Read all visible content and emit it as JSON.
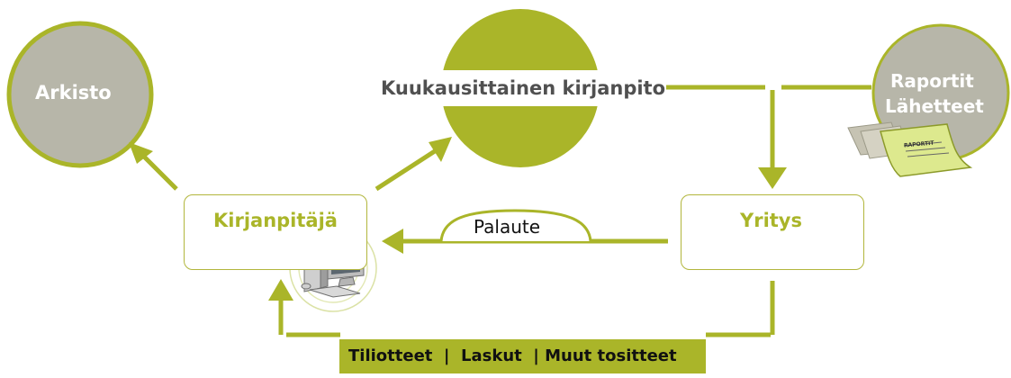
{
  "nodes": {
    "arkisto": "Arkisto",
    "monthly": "Kuukausittainen kirjanpito",
    "reports_line1": "Raportit",
    "reports_line2": "Lähetteet",
    "report_paper": "RAPORTIT",
    "bookkeeper": "Kirjanpitäjä",
    "company": "Yritys",
    "feedback": "Palaute"
  },
  "bottom_bar": {
    "text": "Tiliotteet  |  Laskut  | Muut tositteet"
  },
  "colors": {
    "accent": "#aab529",
    "grey_circle": "#b7b6a9",
    "box_border": "#b2b63c",
    "text_dark": "#505050",
    "text_white": "#ffffff"
  }
}
